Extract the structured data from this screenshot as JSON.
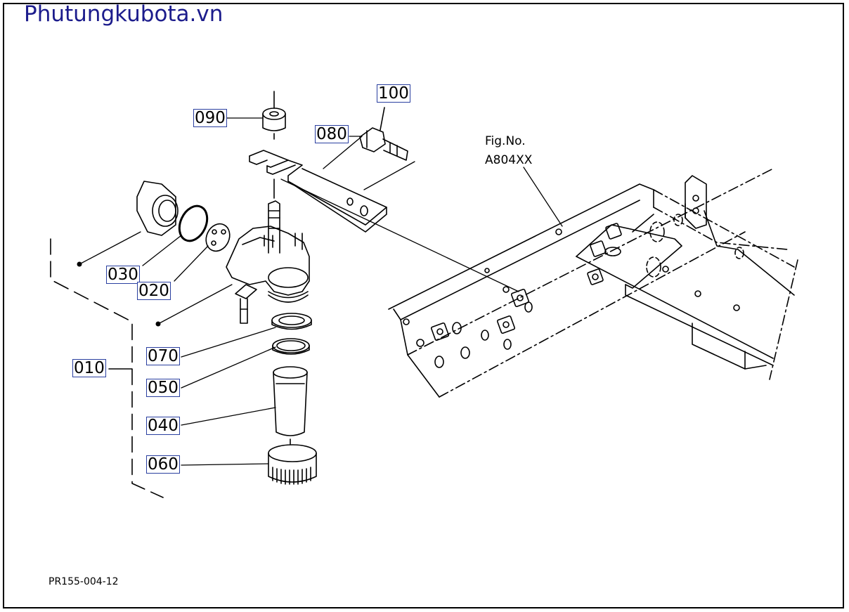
{
  "watermark": "Phutungkubota.vn",
  "drawing_number": "PR155-004-12",
  "figure_reference": {
    "line1": "Fig.No.",
    "line2": "A804XX"
  },
  "callouts": {
    "p010": "010",
    "p020": "020",
    "p030": "030",
    "p040": "040",
    "p050": "050",
    "p060": "060",
    "p070": "070",
    "p080": "080",
    "p090": "090",
    "p100": "100"
  },
  "colors": {
    "callout_border": "#2a3fa0",
    "watermark": "#1c1c8c",
    "line": "#000000"
  }
}
